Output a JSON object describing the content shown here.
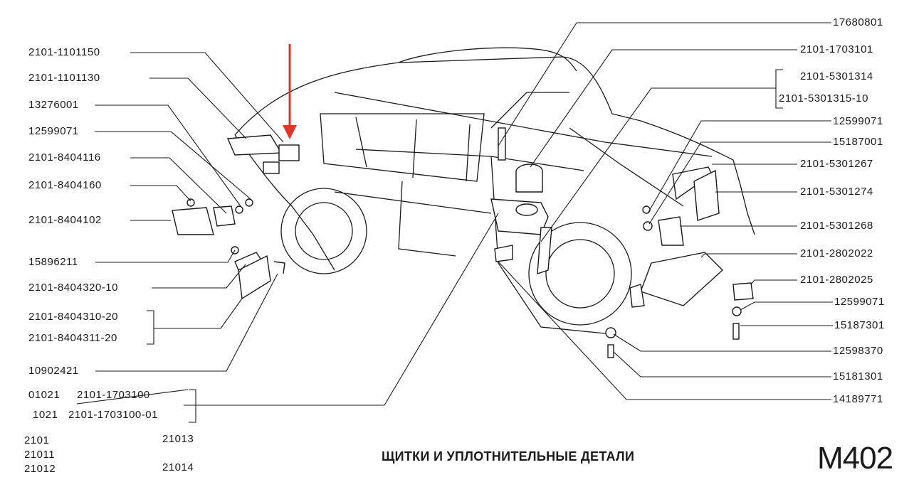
{
  "labels_left": [
    "2101-1101150",
    "2101-1101130",
    "13276001",
    "12599071",
    "2101-8404116",
    "2101-8404160",
    "2101-8404102",
    "15896211",
    "2101-8404320-10",
    "2101-8404310-20",
    "2101-8404311-20",
    "10902421",
    "01021",
    "2101-1703100",
    "1021",
    "2101-1703100-01"
  ],
  "labels_right": [
    "17680801",
    "2101-1703101",
    "2101-5301314",
    "2101-5301315-10",
    "12599071",
    "15187001",
    "2101-5301267",
    "2101-5301274",
    "2101-5301268",
    "2101-2802022",
    "2101-2802025",
    "12599071",
    "15187301",
    "12598370",
    "15181301",
    "14189771"
  ],
  "models": {
    "col1": [
      "2101",
      "21011",
      "21012"
    ],
    "col2": [
      "21013",
      "21014"
    ]
  },
  "title": "ЩИТКИ И УПЛОТНИТЕЛЬНЫЕ ДЕТАЛИ",
  "code": "M402",
  "colors": {
    "arrow": "#e0352b",
    "ink": "#1a1a1a"
  }
}
